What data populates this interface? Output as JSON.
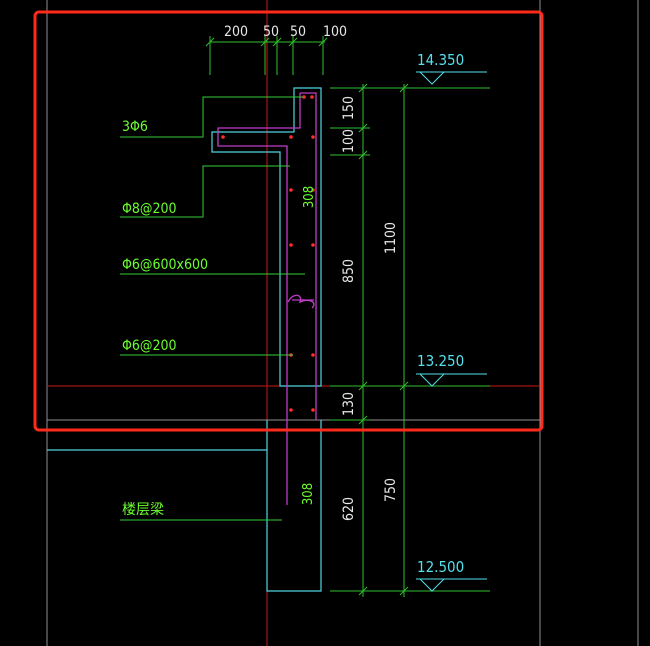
{
  "colors": {
    "background": "#000000",
    "highlight": "#ff2a1a",
    "concrete": "#4fd4e0",
    "rebar": "#c03cc8",
    "rebar_dot": "#ff2d2d",
    "leader": "#33cc33",
    "label": "#6cff30",
    "dimension": "#e8e8e8",
    "dim_line": "#2fbf2f",
    "grid_red": "#c81818",
    "grid_gray": "#909090",
    "elevation": "#55e0ee"
  },
  "top_dims": [
    "200",
    "50",
    "50",
    "100"
  ],
  "labels": {
    "rebar_3": "3Φ6",
    "rebar_8": "Φ8@200",
    "rebar_grid": "Φ6@600x600",
    "rebar_6": "Φ6@200",
    "floor_beam": "楼层梁"
  },
  "vertical_dims": {
    "d150": "150",
    "d100": "100",
    "d850": "850",
    "d130": "130",
    "d620": "620",
    "d1100": "1100",
    "d750": "750"
  },
  "wall_thickness": "308",
  "elevations": {
    "top": "14.350",
    "mid": "13.250",
    "bottom": "12.500"
  }
}
